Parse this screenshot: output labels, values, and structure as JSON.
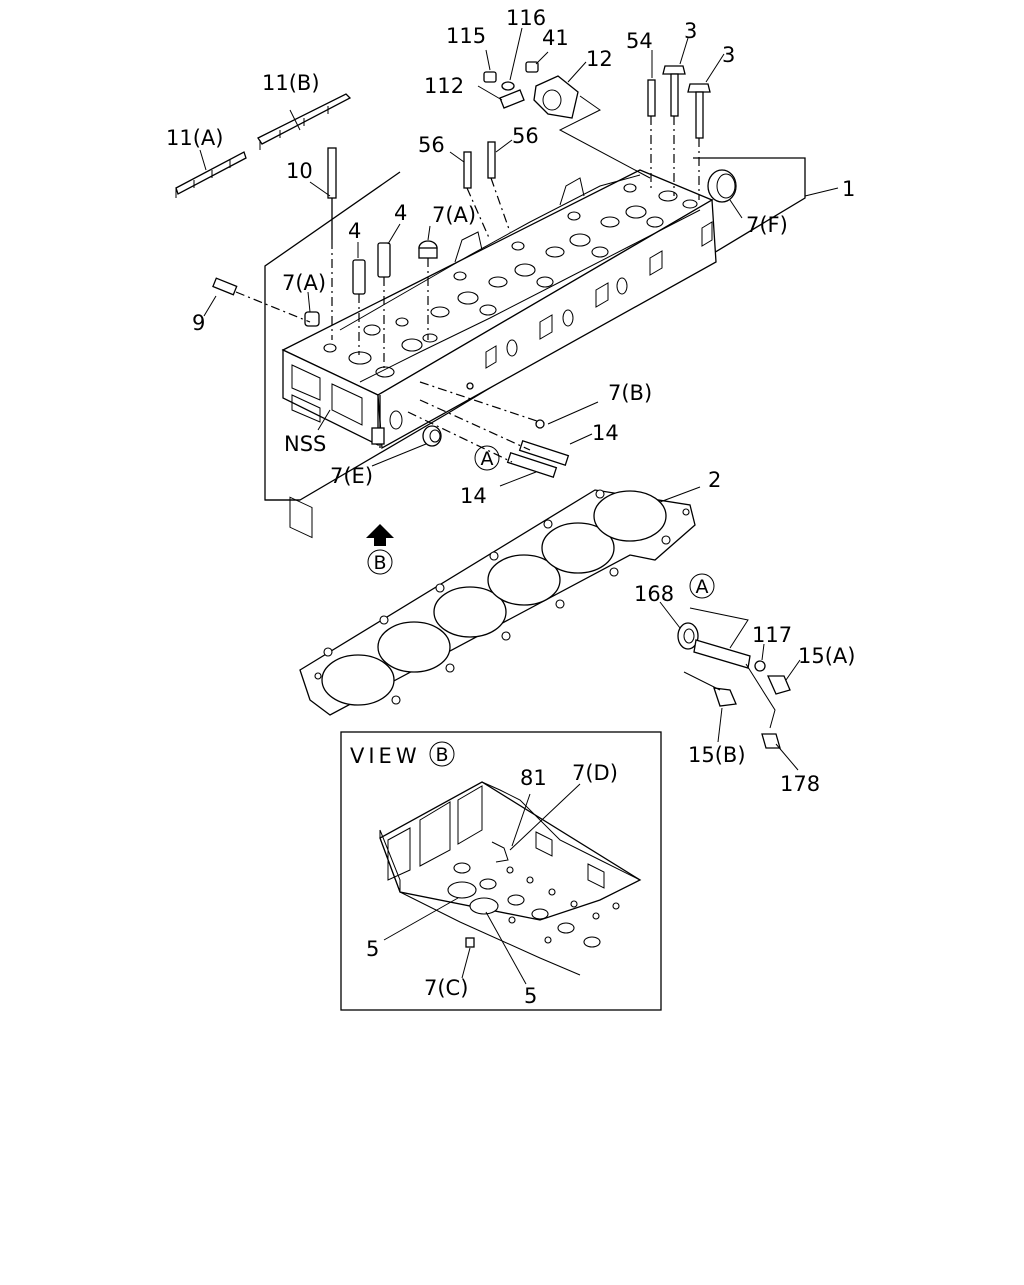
{
  "diagram": {
    "labels": {
      "l1": "1",
      "l2": "2",
      "l3a": "3",
      "l3b": "3",
      "l4a": "4",
      "l4b": "4",
      "l5a": "5",
      "l5b": "5",
      "l7a1": "7(A)",
      "l7a2": "7(A)",
      "l7b": "7(B)",
      "l7c": "7(C)",
      "l7d": "7(D)",
      "l7e": "7(E)",
      "l7f": "7(F)",
      "l9": "9",
      "l10": "10",
      "l11a": "11(A)",
      "l11b": "11(B)",
      "l12": "12",
      "l14a": "14",
      "l14b": "14",
      "l15a": "15(A)",
      "l15b": "15(B)",
      "l41": "41",
      "l54": "54",
      "l56a": "56",
      "l56b": "56",
      "l81": "81",
      "l112": "112",
      "l115": "115",
      "l116": "116",
      "l117": "117",
      "l168": "168",
      "l178": "178",
      "nss": "NSS"
    },
    "markers": {
      "a1": "A",
      "a2": "A",
      "b1": "B",
      "b2": "B"
    },
    "view_title": "VIEW"
  }
}
